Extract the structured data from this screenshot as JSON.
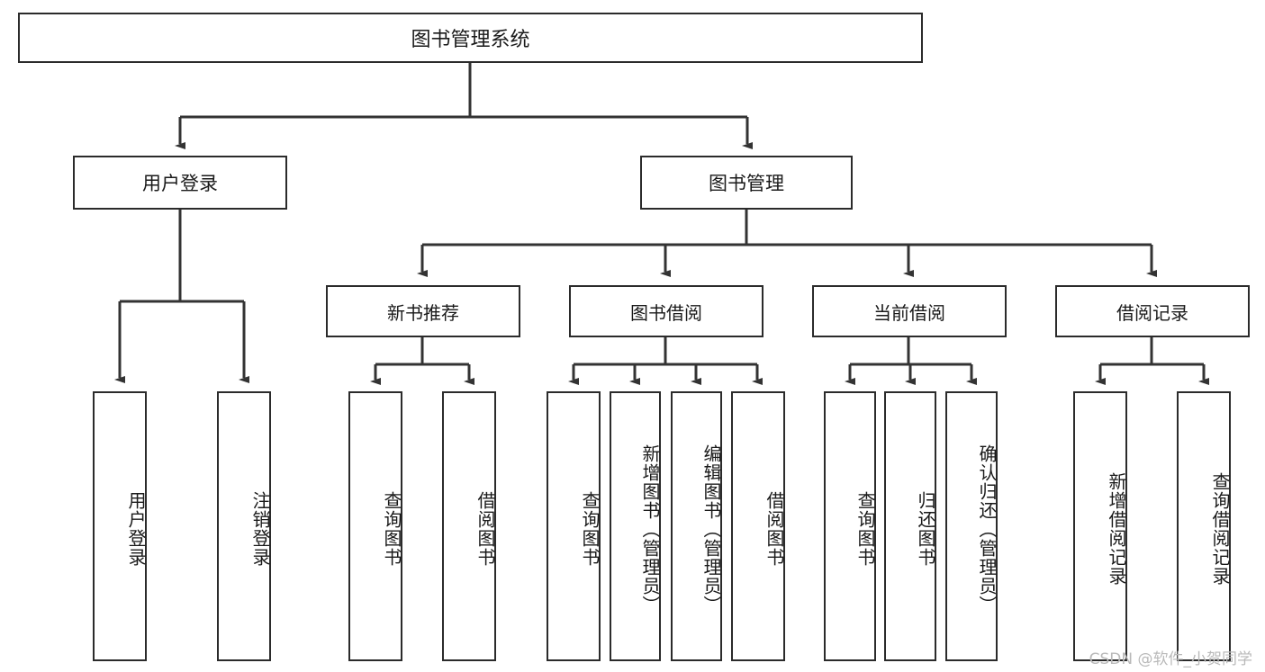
{
  "diagram": {
    "title": "图书管理系统",
    "type": "tree-hierarchy-diagram",
    "colors": {
      "background": "#ffffff",
      "box_border": "#2b2b2b",
      "box_fill": "#ffffff",
      "connector": "#333333",
      "text": "#1a1a1a",
      "watermark": "#b9b9b9"
    },
    "root": {
      "label": "图书管理系统"
    },
    "level1": [
      {
        "key": "user_login",
        "label": "用户登录"
      },
      {
        "key": "book_manage",
        "label": "图书管理"
      }
    ],
    "level2": [
      {
        "key": "new_book_rec",
        "label": "新书推荐"
      },
      {
        "key": "book_borrow",
        "label": "图书借阅"
      },
      {
        "key": "current_borrow",
        "label": "当前借阅"
      },
      {
        "key": "borrow_record",
        "label": "借阅记录"
      }
    ],
    "leaves": [
      {
        "key": "leaf_user_login",
        "label": "用户登录",
        "parent": "用户登录"
      },
      {
        "key": "leaf_user_logout",
        "label": "注销登录",
        "parent": "用户登录"
      },
      {
        "key": "leaf_query_book_1",
        "label": "查询图书",
        "parent": "新书推荐"
      },
      {
        "key": "leaf_borrow_book_1",
        "label": "借阅图书",
        "parent": "新书推荐"
      },
      {
        "key": "leaf_query_book_2",
        "label": "查询图书",
        "parent": "图书借阅"
      },
      {
        "key": "leaf_add_book",
        "label": "新增图书（管理员）",
        "parent": "图书借阅"
      },
      {
        "key": "leaf_edit_book",
        "label": "编辑图书（管理员）",
        "parent": "图书借阅"
      },
      {
        "key": "leaf_borrow_book_2",
        "label": "借阅图书",
        "parent": "图书借阅"
      },
      {
        "key": "leaf_query_book_3",
        "label": "查询图书",
        "parent": "当前借阅"
      },
      {
        "key": "leaf_return_book",
        "label": "归还图书",
        "parent": "当前借阅"
      },
      {
        "key": "leaf_confirm_return",
        "label": "确认归还（管理员）",
        "parent": "当前借阅"
      },
      {
        "key": "leaf_add_record",
        "label": "新增借阅记录",
        "parent": "借阅记录"
      },
      {
        "key": "leaf_query_record",
        "label": "查询借阅记录",
        "parent": "借阅记录"
      }
    ],
    "watermark": "CSDN @软件_小贺同学"
  }
}
